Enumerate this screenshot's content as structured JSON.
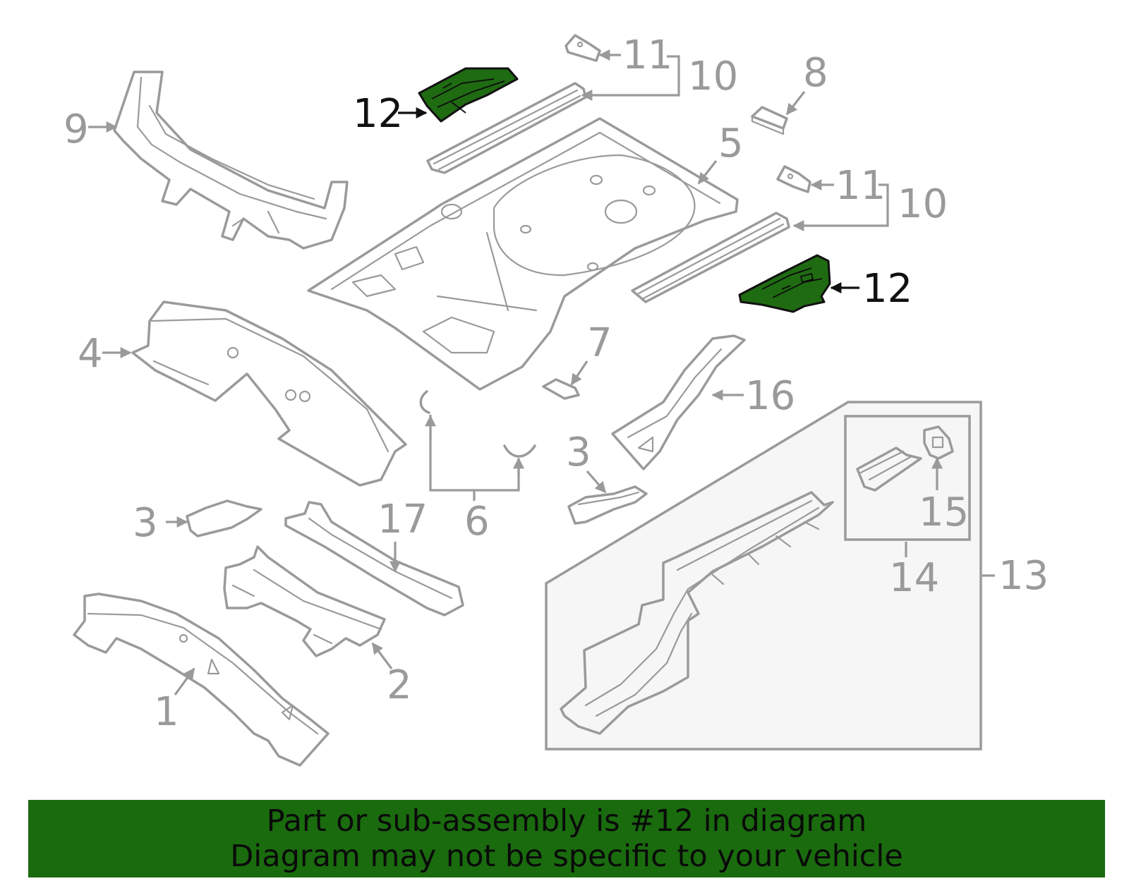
{
  "colors": {
    "highlight": "#1f6b12",
    "banner": "#1a6b0e",
    "line": "#9a9a9a",
    "dark": "#111111"
  },
  "callouts": {
    "c1": "1",
    "c2": "2",
    "c3a": "3",
    "c3b": "3",
    "c4": "4",
    "c5": "5",
    "c6": "6",
    "c7": "7",
    "c8": "8",
    "c9": "9",
    "c10a": "10",
    "c10b": "10",
    "c11a": "11",
    "c11b": "11",
    "c12a": "12",
    "c12b": "12",
    "c13": "13",
    "c14": "14",
    "c15": "15",
    "c16": "16",
    "c17": "17"
  },
  "banner": {
    "line1": "Part or sub-assembly is #12 in diagram",
    "line2": "Diagram may not be specific to your vehicle"
  }
}
